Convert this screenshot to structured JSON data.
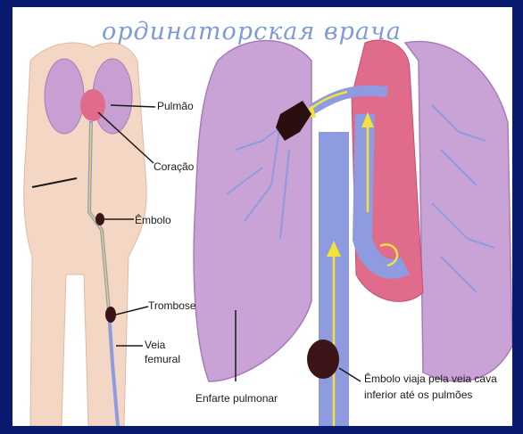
{
  "title": {
    "main": "ординаторская врача",
    "faded": " "
  },
  "labels": {
    "lung": "Pulmão",
    "heart": "Coração",
    "embolus": "Êmbolo",
    "thrombus": "Trombose",
    "femoral_vein_1": "Veia",
    "femoral_vein_2": "femural",
    "pulmonary_infarct": "Enfarte pulmonar",
    "embolus_travels_1": "Êmbolo viaja pela veia cava",
    "embolus_travels_2": "inferior até os pulmões"
  },
  "colors": {
    "border": "#0a1a6e",
    "lung": "#c9a3d6",
    "heart": "#e06b8a",
    "vein": "#8e9be0",
    "clot": "#3a1416",
    "arrow": "#f2e23a"
  }
}
